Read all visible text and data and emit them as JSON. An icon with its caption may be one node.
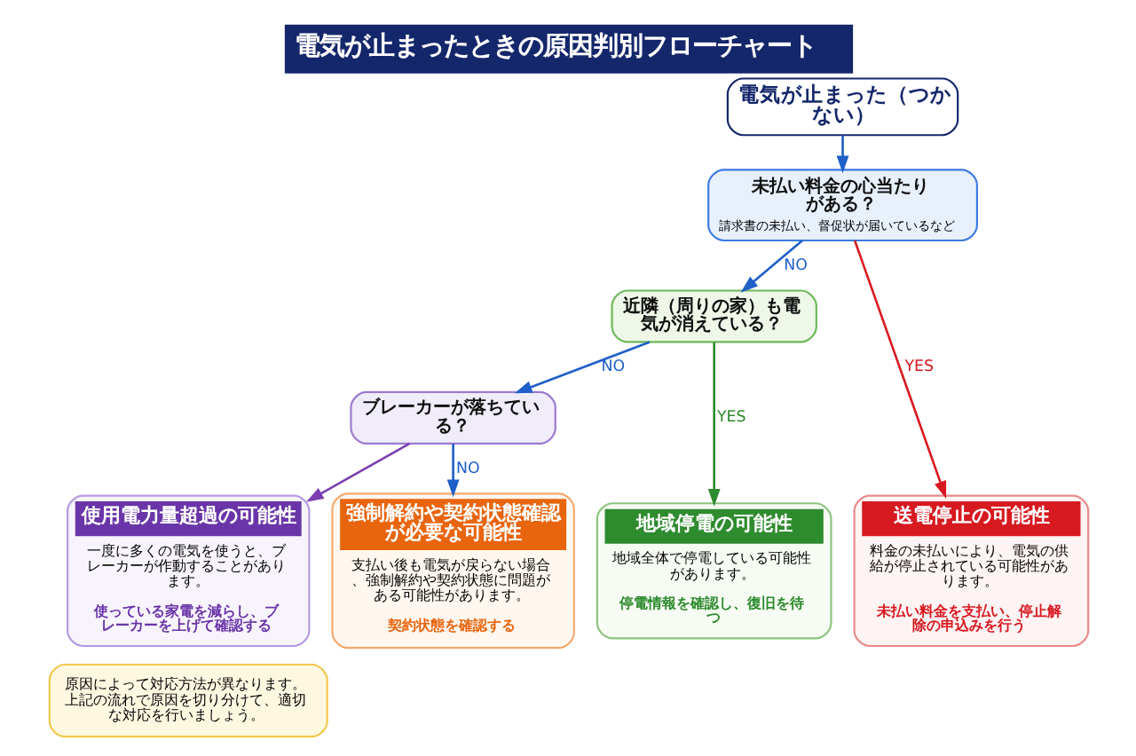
{
  "diagram": {
    "title": "電気が止まったときの原因判別フローチャート",
    "nodes": [
      {
        "text": [
          "電気が止まった（つかない）"
        ]
      },
      {
        "text": [
          "未払い料金の心当たりがある？",
          "請求書の未払い、督促状が届いているなど"
        ]
      },
      {
        "text": [
          "近隣（周りの家）も電気が消えている？"
        ]
      },
      {
        "text": [
          "ブレーカーが落ちている？"
        ]
      },
      {
        "text": [
          "送電停止の可能性",
          "料金の未払いにより、電気の供給が停止されている可能性があります。",
          "未払い料金を支払い、停止解除の申込みを行う"
        ]
      },
      {
        "text": [
          "地域停電の可能性",
          "地域全体で停電している可能性があります。",
          "停電情報を確認し、復旧を待つ"
        ]
      },
      {
        "text": [
          "使用電力量超過の可能性",
          "一度に多くの電気を使うと、ブレーカーが作動することがあります。",
          "使っている家電を減らし、ブレーカーを上げて確認する"
        ]
      },
      {
        "text": [
          "強制解約や契約状態確認が必要な可能性",
          "支払い後も電気が戻らない場合、強制解約や契約状態に問題がある可能性があります。",
          "契約状態を確認する"
        ]
      },
      {
        "text": [
          "原因によって対応方法が異なります。上記の流れで原因を切り分けて、適切な対応を行いましょう。"
        ]
      }
    ],
    "edges": [
      {
        "from": 0,
        "to": 1,
        "arrow": "to"
      },
      {
        "from": 1,
        "to": 4,
        "arrow": "to",
        "label": "YES",
        "color": "#d71920"
      },
      {
        "from": 1,
        "to": 2,
        "arrow": "to",
        "label": "NO"
      },
      {
        "from": 2,
        "to": 5,
        "arrow": "to",
        "label": "YES",
        "color": "#2e8b2e"
      },
      {
        "from": 2,
        "to": 3,
        "arrow": "to",
        "label": "NO"
      },
      {
        "from": 3,
        "to": 6,
        "arrow": "to",
        "color": "#7b3fb0"
      },
      {
        "from": 3,
        "to": 7,
        "arrow": "to",
        "label": "NO"
      }
    ]
  }
}
